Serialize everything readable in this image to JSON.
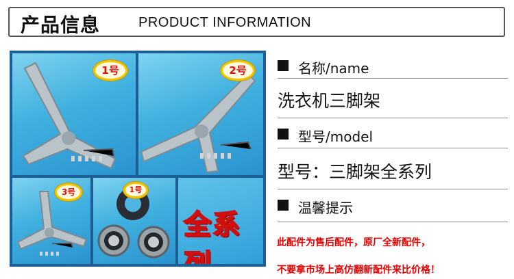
{
  "header": {
    "title_cn": "产品信息",
    "title_en": "PRODUCT INFORMATION"
  },
  "gallery": {
    "tags": [
      "1号",
      "2号",
      "3号",
      "1号"
    ],
    "series_label": "全系列"
  },
  "info": {
    "name_label": "名称/name",
    "name_value": "洗衣机三脚架",
    "model_label": "型号/model",
    "model_value": "型号：三脚架全系列",
    "tips_label": "温馨提示",
    "tips_line1": "此配件为售后配件，原厂全新配件，",
    "tips_line2": "不要拿市场上高仿翻新配件来比价格！"
  },
  "colors": {
    "accent_red": "#e60000",
    "tag_border": "#f2c500",
    "photo_bg": "#3fb0df"
  }
}
